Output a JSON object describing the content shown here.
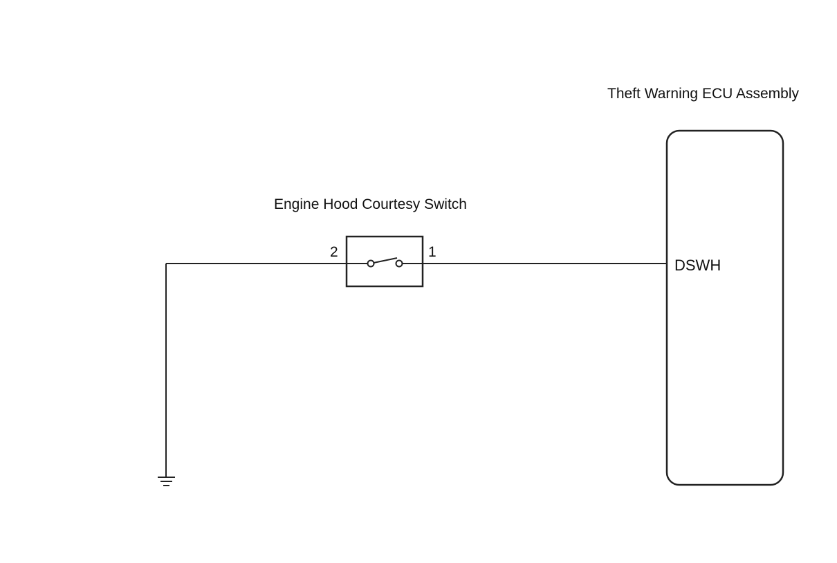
{
  "ecu": {
    "name": "Theft Warning ECU Assembly",
    "terminal": "DSWH"
  },
  "switch": {
    "name": "Engine Hood Courtesy Switch",
    "pin_left": "2",
    "pin_right": "1"
  },
  "ground": {
    "icon": "ground-icon"
  },
  "colors": {
    "line": "#222222",
    "background": "#ffffff"
  }
}
